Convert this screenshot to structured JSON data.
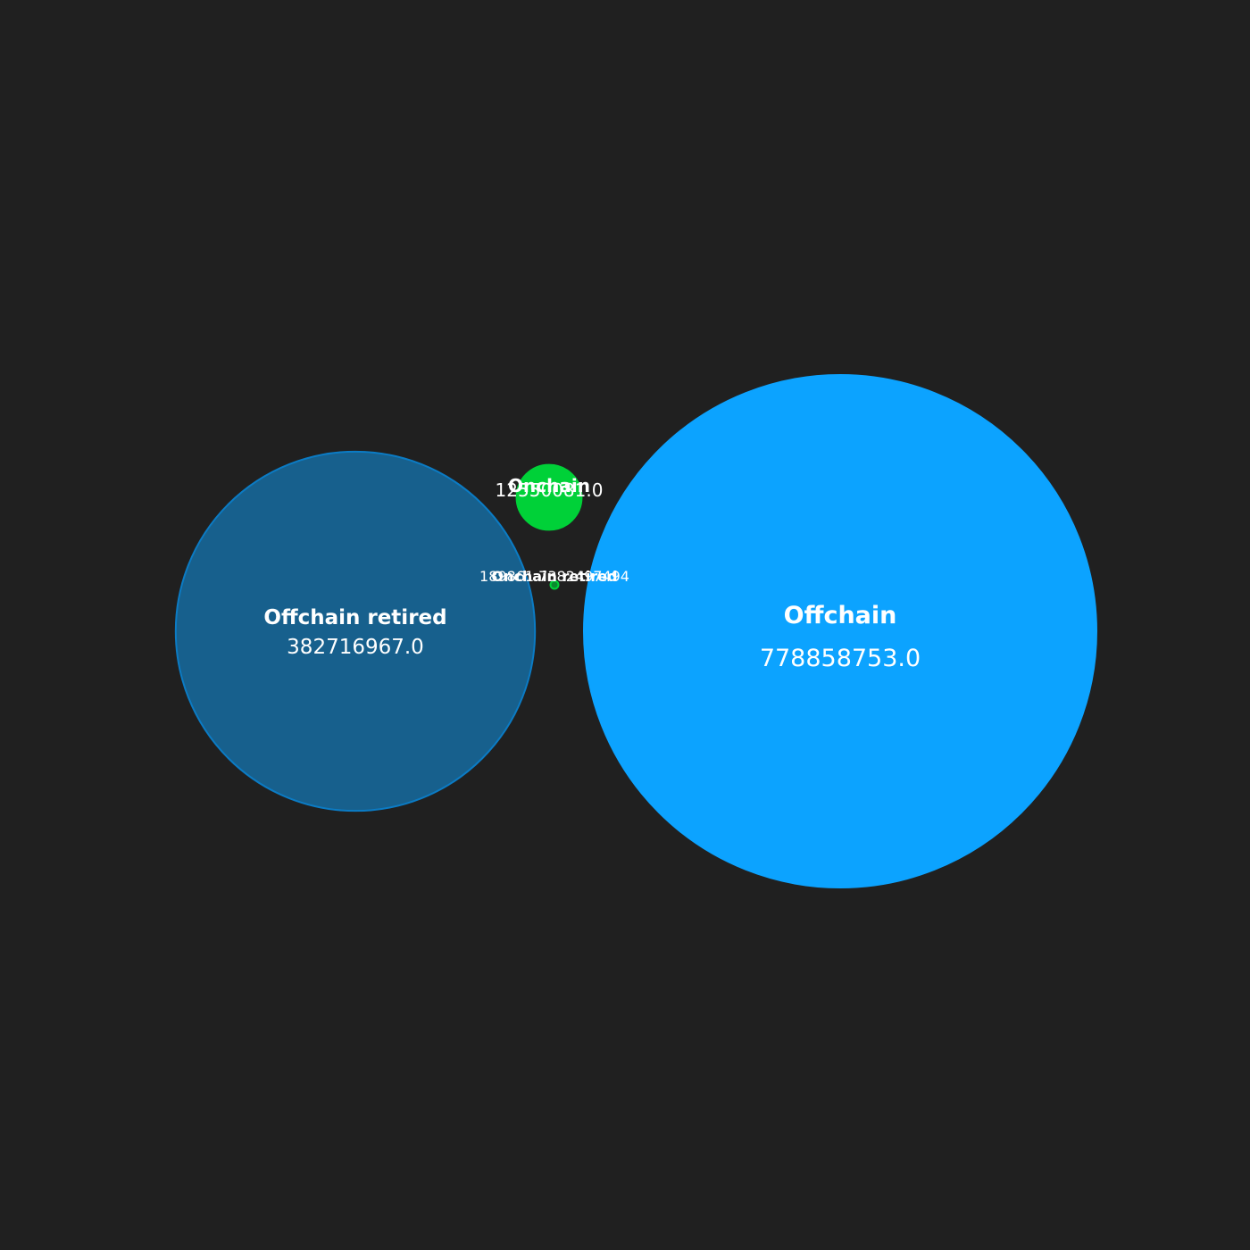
{
  "chart_data": {
    "type": "bubble",
    "background": "#202020",
    "bubbles": [
      {
        "label": "Offchain",
        "value": "778858753.0",
        "fill": "#0ca3ff",
        "stroke": "#0ca3ff"
      },
      {
        "label": "Offchain retired",
        "value": "382716967.0",
        "fill": "#17608d",
        "stroke": "#0b7bc4"
      },
      {
        "label": "Onchain",
        "value": "12550081.0",
        "fill": "#00d138",
        "stroke": "#00d138"
      },
      {
        "label": "Onchain retired",
        "value": "189861.7382497494",
        "fill": "#0a8a2f",
        "stroke": "#00d138"
      }
    ]
  }
}
